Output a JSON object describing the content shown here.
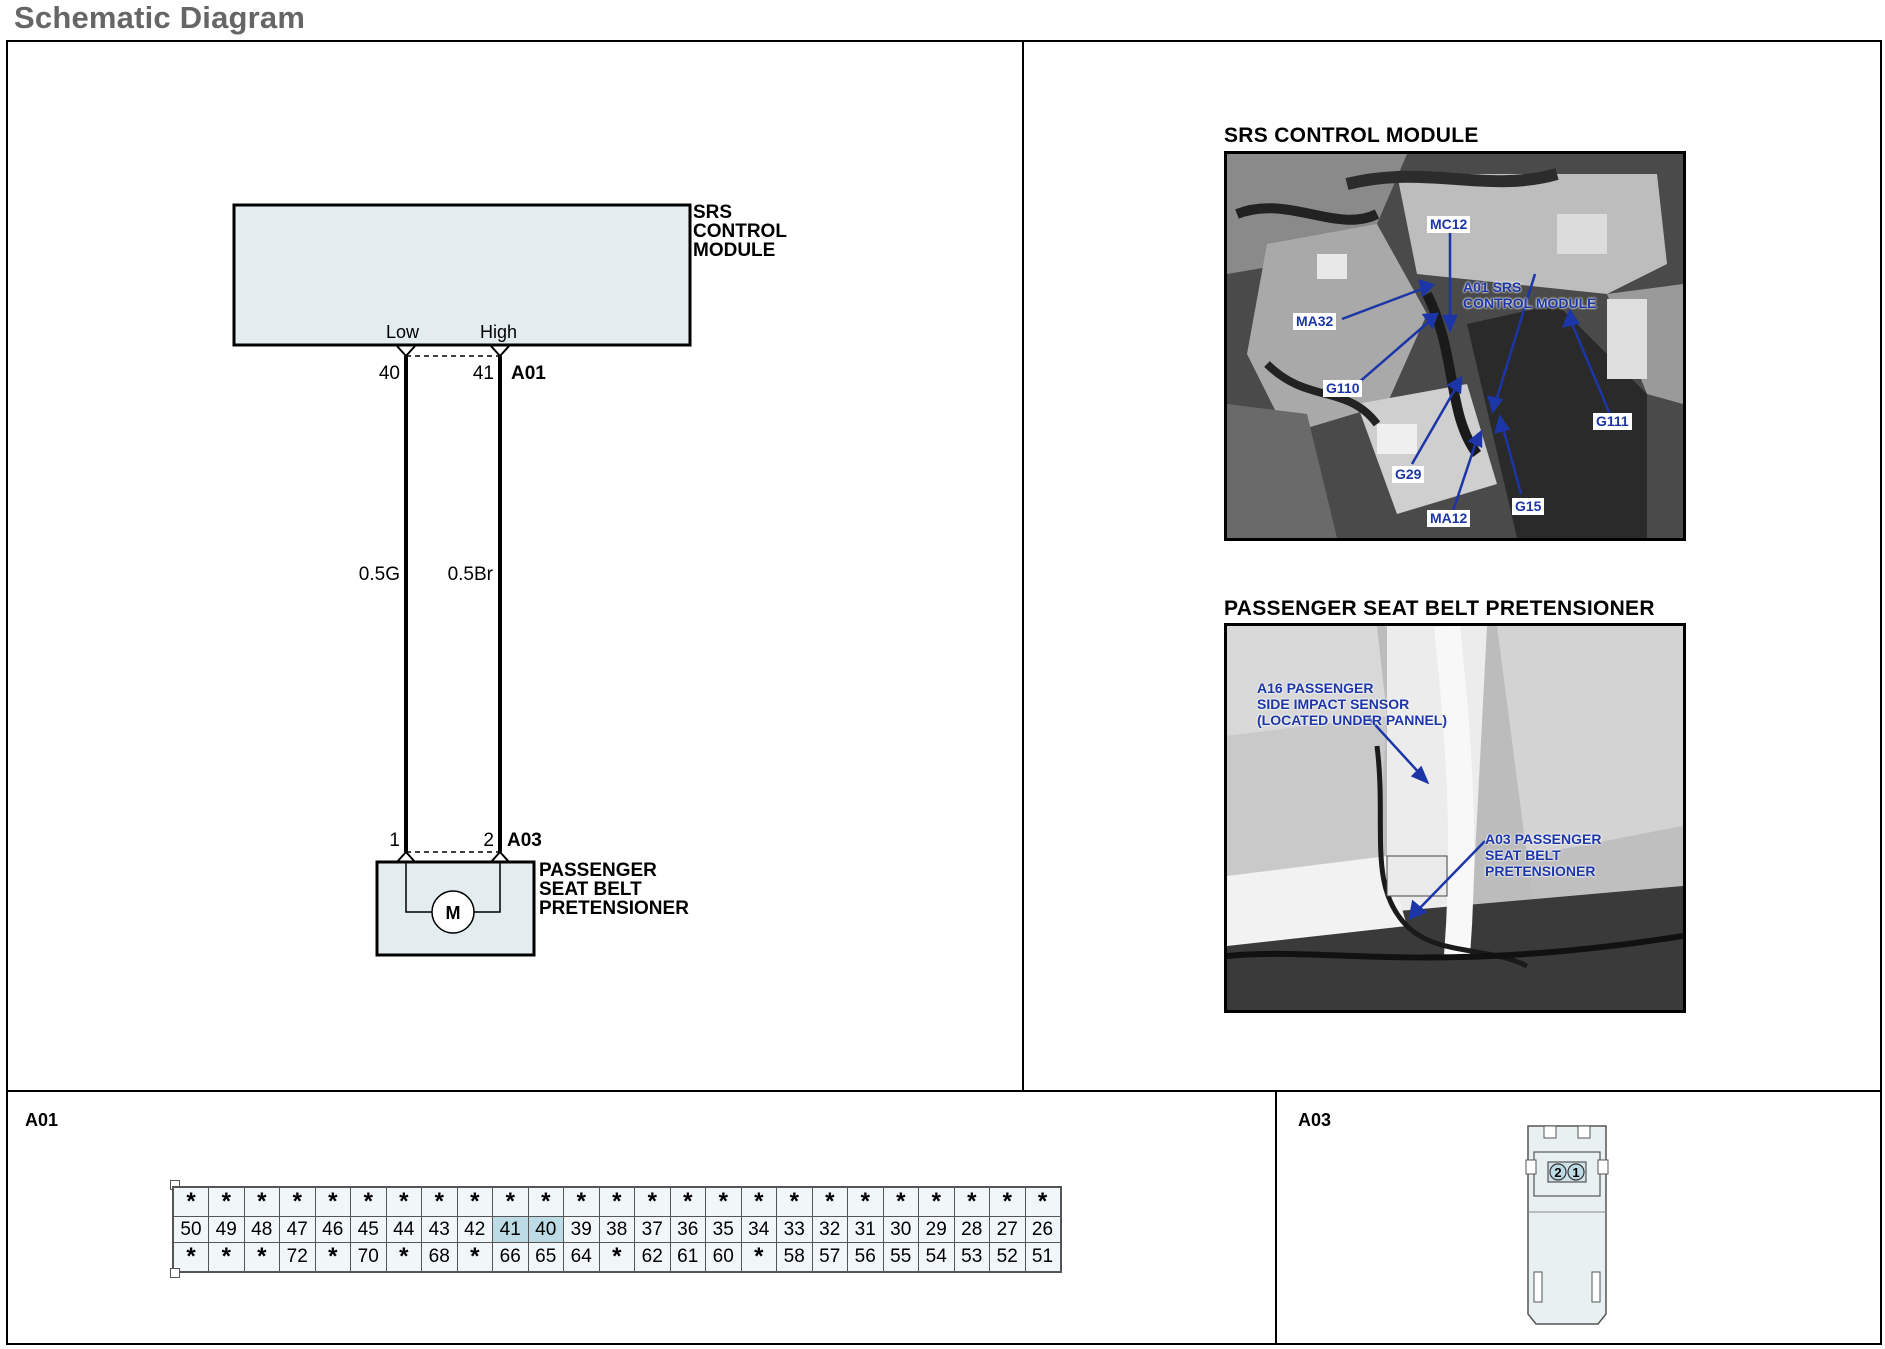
{
  "page": {
    "title": "Schematic Diagram"
  },
  "schematic": {
    "module": {
      "name": "SRS\nCONTROL\nMODULE",
      "pin_low_label": "Low",
      "pin_high_label": "High",
      "pin_low": "40",
      "pin_high": "41",
      "connector": "A01"
    },
    "wires": [
      {
        "label": "0.5G"
      },
      {
        "label": "0.5Br"
      }
    ],
    "device": {
      "name": "PASSENGER\nSEAT BELT\nPRETENSIONER",
      "pin_1": "1",
      "pin_2": "2",
      "connector": "A03",
      "motor_symbol": "M"
    }
  },
  "photos": [
    {
      "title": "SRS CONTROL MODULE",
      "callouts": [
        "MC12",
        "A01 SRS\nCONTROL MODULE",
        "MA32",
        "G110",
        "G111",
        "G29",
        "MA12",
        "G15"
      ]
    },
    {
      "title": "PASSENGER SEAT BELT PRETENSIONER",
      "callouts": [
        "A16 PASSENGER\nSIDE IMPACT SENSOR\n(LOCATED UNDER PANNEL)",
        "A03 PASSENGER\nSEAT BELT\nPRETENSIONER"
      ]
    }
  ],
  "connectors": {
    "a01": {
      "label": "A01",
      "rows": [
        [
          "*",
          "*",
          "*",
          "*",
          "*",
          "*",
          "*",
          "*",
          "*",
          "*",
          "*",
          "*",
          "*",
          "*",
          "*",
          "*",
          "*",
          "*",
          "*",
          "*",
          "*",
          "*",
          "*",
          "*",
          "*"
        ],
        [
          "50",
          "49",
          "48",
          "47",
          "46",
          "45",
          "44",
          "43",
          "42",
          "41",
          "40",
          "39",
          "38",
          "37",
          "36",
          "35",
          "34",
          "33",
          "32",
          "31",
          "30",
          "29",
          "28",
          "27",
          "26"
        ],
        [
          "*",
          "*",
          "*",
          "72",
          "*",
          "70",
          "*",
          "68",
          "*",
          "66",
          "65",
          "64",
          "*",
          "62",
          "61",
          "60",
          "*",
          "58",
          "57",
          "56",
          "55",
          "54",
          "53",
          "52",
          "51"
        ]
      ],
      "highlighted": [
        "41",
        "40"
      ]
    },
    "a03": {
      "label": "A03",
      "pins": [
        "2",
        "1"
      ]
    }
  }
}
